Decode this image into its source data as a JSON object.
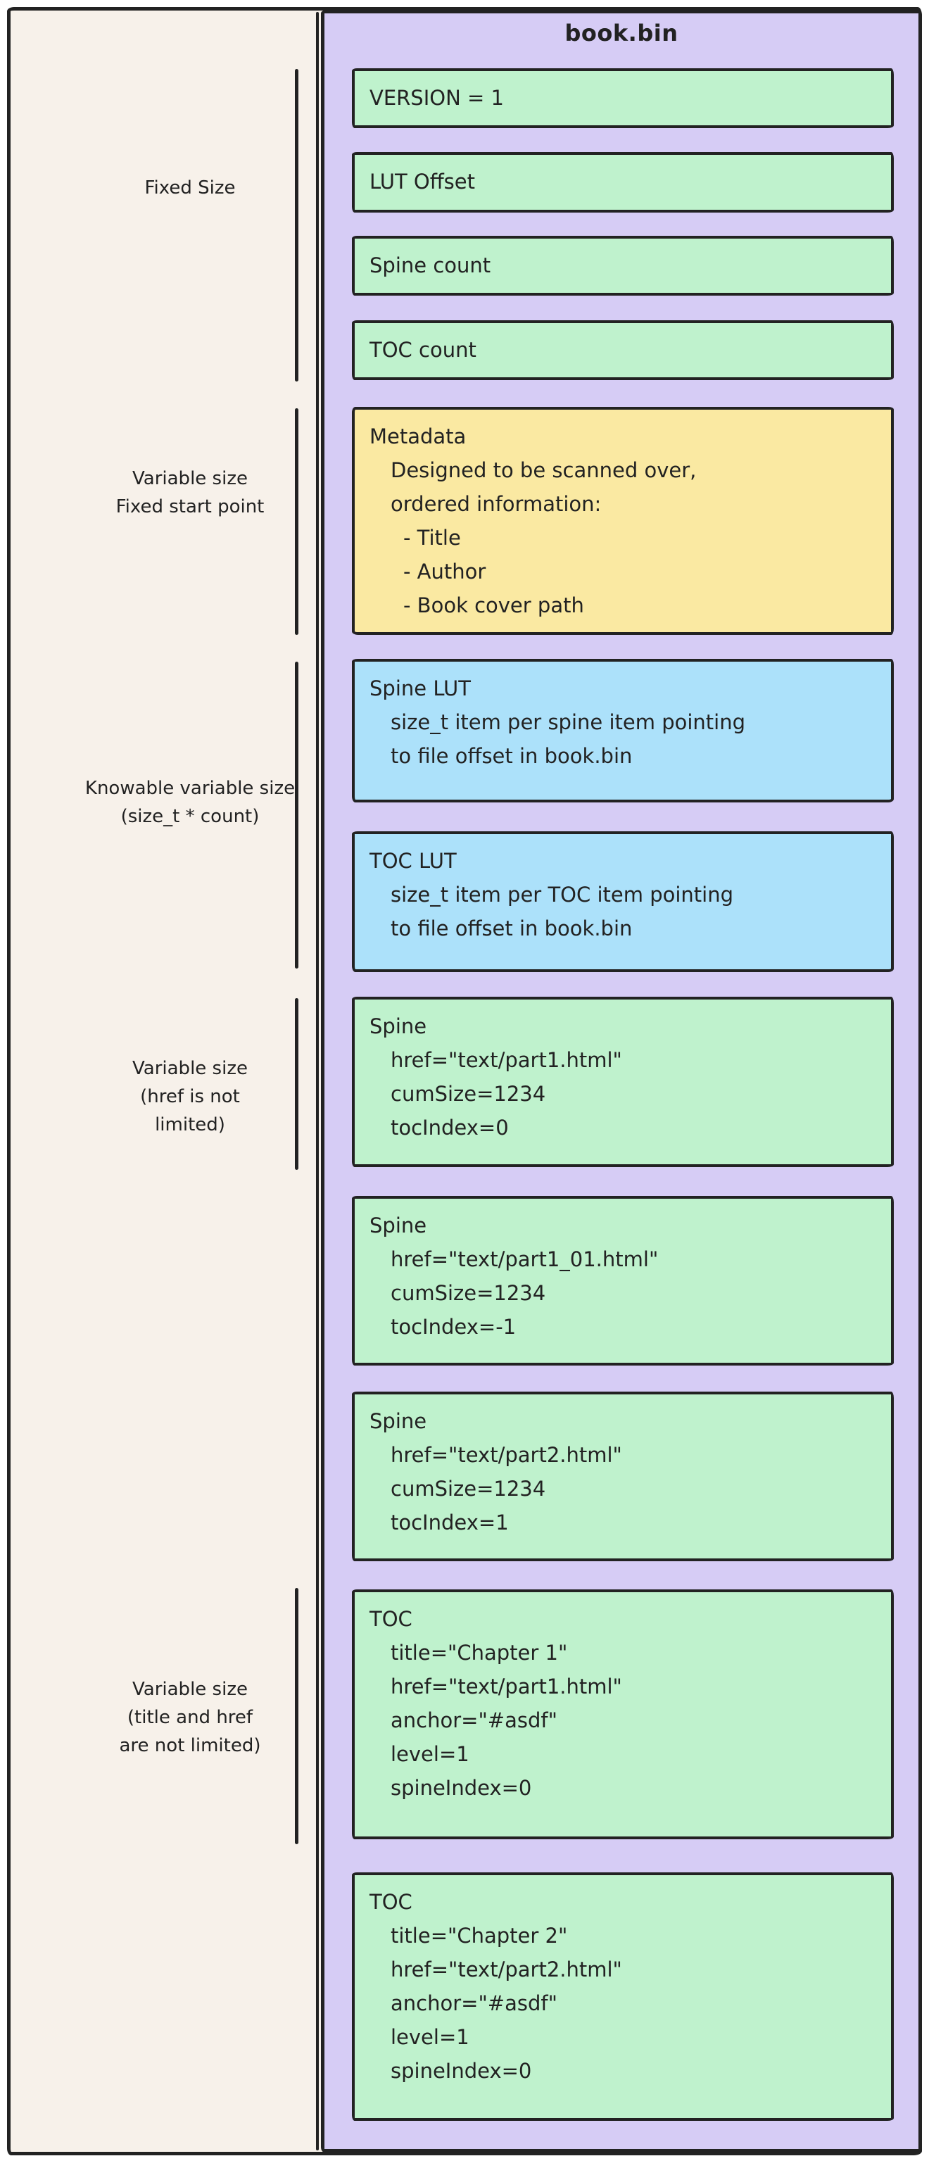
{
  "title": "book.bin",
  "colors": {
    "ink": "#222222",
    "beige": "#f7f1ea",
    "purple": "#d6ccf5",
    "green": "#bff2cd",
    "yellow": "#fae9a2",
    "blue": "#ace1fa"
  },
  "sections": [
    {
      "lines": [
        "Fixed Size"
      ]
    },
    {
      "lines": [
        "Variable size",
        "Fixed start point"
      ]
    },
    {
      "lines": [
        "Knowable variable size",
        "(size_t * count)"
      ]
    },
    {
      "lines": [
        "Variable size",
        "(href is not",
        "limited)"
      ]
    },
    {
      "lines": [
        "Variable size",
        "(title and href",
        "are not limited)"
      ]
    }
  ],
  "boxes": [
    {
      "name": "version",
      "color": "green",
      "lines": [
        "VERSION = 1"
      ]
    },
    {
      "name": "lut-offset",
      "color": "green",
      "lines": [
        "LUT Offset"
      ]
    },
    {
      "name": "spine-count",
      "color": "green",
      "lines": [
        "Spine count"
      ]
    },
    {
      "name": "toc-count",
      "color": "green",
      "lines": [
        "TOC count"
      ]
    },
    {
      "name": "metadata",
      "color": "yellow",
      "lines": [
        "Metadata",
        "Designed to be scanned over,",
        "ordered information:",
        "- Title",
        "- Author",
        "- Book cover path"
      ]
    },
    {
      "name": "spine-lut",
      "color": "blue",
      "lines": [
        "Spine LUT",
        "size_t item per spine item pointing",
        "to file offset in book.bin"
      ]
    },
    {
      "name": "toc-lut",
      "color": "blue",
      "lines": [
        "TOC LUT",
        "size_t item per TOC item pointing",
        "to file offset in book.bin"
      ]
    },
    {
      "name": "spine-1",
      "color": "green",
      "lines": [
        "Spine",
        "href=\"text/part1.html\"",
        "cumSize=1234",
        "tocIndex=0"
      ]
    },
    {
      "name": "spine-2",
      "color": "green",
      "lines": [
        "Spine",
        "href=\"text/part1_01.html\"",
        "cumSize=1234",
        "tocIndex=-1"
      ]
    },
    {
      "name": "spine-3",
      "color": "green",
      "lines": [
        "Spine",
        "href=\"text/part2.html\"",
        "cumSize=1234",
        "tocIndex=1"
      ]
    },
    {
      "name": "toc-1",
      "color": "green",
      "lines": [
        "TOC",
        "title=\"Chapter 1\"",
        "href=\"text/part1.html\"",
        "anchor=\"#asdf\"",
        "level=1",
        "spineIndex=0"
      ]
    },
    {
      "name": "toc-2",
      "color": "green",
      "lines": [
        "TOC",
        "title=\"Chapter 2\"",
        "href=\"text/part2.html\"",
        "anchor=\"#asdf\"",
        "level=1",
        "spineIndex=0"
      ]
    }
  ]
}
